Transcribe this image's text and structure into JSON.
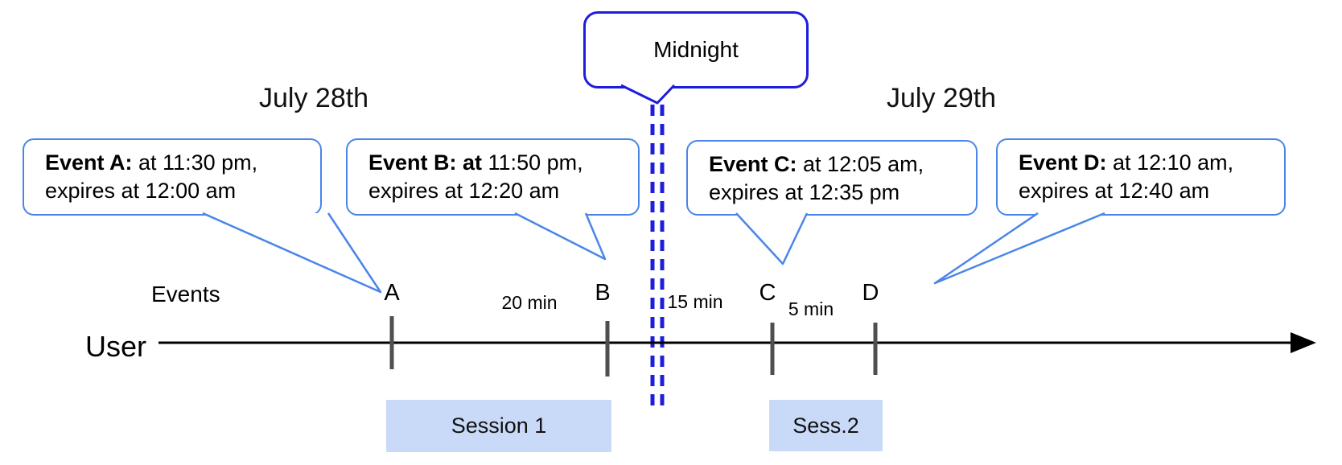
{
  "dates": {
    "left": "July 28th",
    "right": "July 29th"
  },
  "midnight": {
    "label": "Midnight"
  },
  "events": [
    {
      "id": "A",
      "bold": "Event A:",
      "rest": " at 11:30 pm,",
      "line2": "expires at 12:00 am"
    },
    {
      "id": "B",
      "bold": "Event B: at",
      "rest": " 11:50 pm,",
      "line2": "expires at 12:20 am"
    },
    {
      "id": "C",
      "bold": "Event C:",
      "rest": " at 12:05 am,",
      "line2": "expires at 12:35 pm"
    },
    {
      "id": "D",
      "bold": "Event D:",
      "rest": " at 12:10 am,",
      "line2": "expires at 12:40 am"
    }
  ],
  "timeline": {
    "events_label": "Events",
    "user_label": "User",
    "ticks": [
      {
        "label": "A"
      },
      {
        "label": "B"
      },
      {
        "label": "C"
      },
      {
        "label": "D"
      }
    ],
    "intervals": [
      {
        "label": "20 min"
      },
      {
        "label": "15 min"
      },
      {
        "label": "5 min"
      }
    ]
  },
  "sessions": [
    {
      "label": "Session 1"
    },
    {
      "label": "Sess.2"
    }
  ],
  "colors": {
    "callout_border": "#4a86e8",
    "midnight_blue": "#1d1ddb",
    "session_fill": "#c9daf8",
    "tick_gray": "#4f4f4f",
    "timeline": "#000000"
  }
}
